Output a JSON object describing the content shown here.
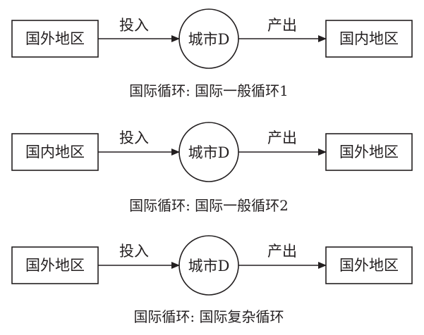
{
  "rows": [
    {
      "left_box": "国外地区",
      "in_label": "投入",
      "city": "城市D",
      "out_label": "产出",
      "right_box": "国内地区",
      "caption": "国际循环: 国际一般循环1"
    },
    {
      "left_box": "国内地区",
      "in_label": "投入",
      "city": "城市D",
      "out_label": "产出",
      "right_box": "国外地区",
      "caption": "国际循环: 国际一般循环2"
    },
    {
      "left_box": "国外地区",
      "in_label": "投入",
      "city": "城市D",
      "out_label": "产出",
      "right_box": "国外地区",
      "caption": "国际循环: 国际复杂循环"
    }
  ]
}
